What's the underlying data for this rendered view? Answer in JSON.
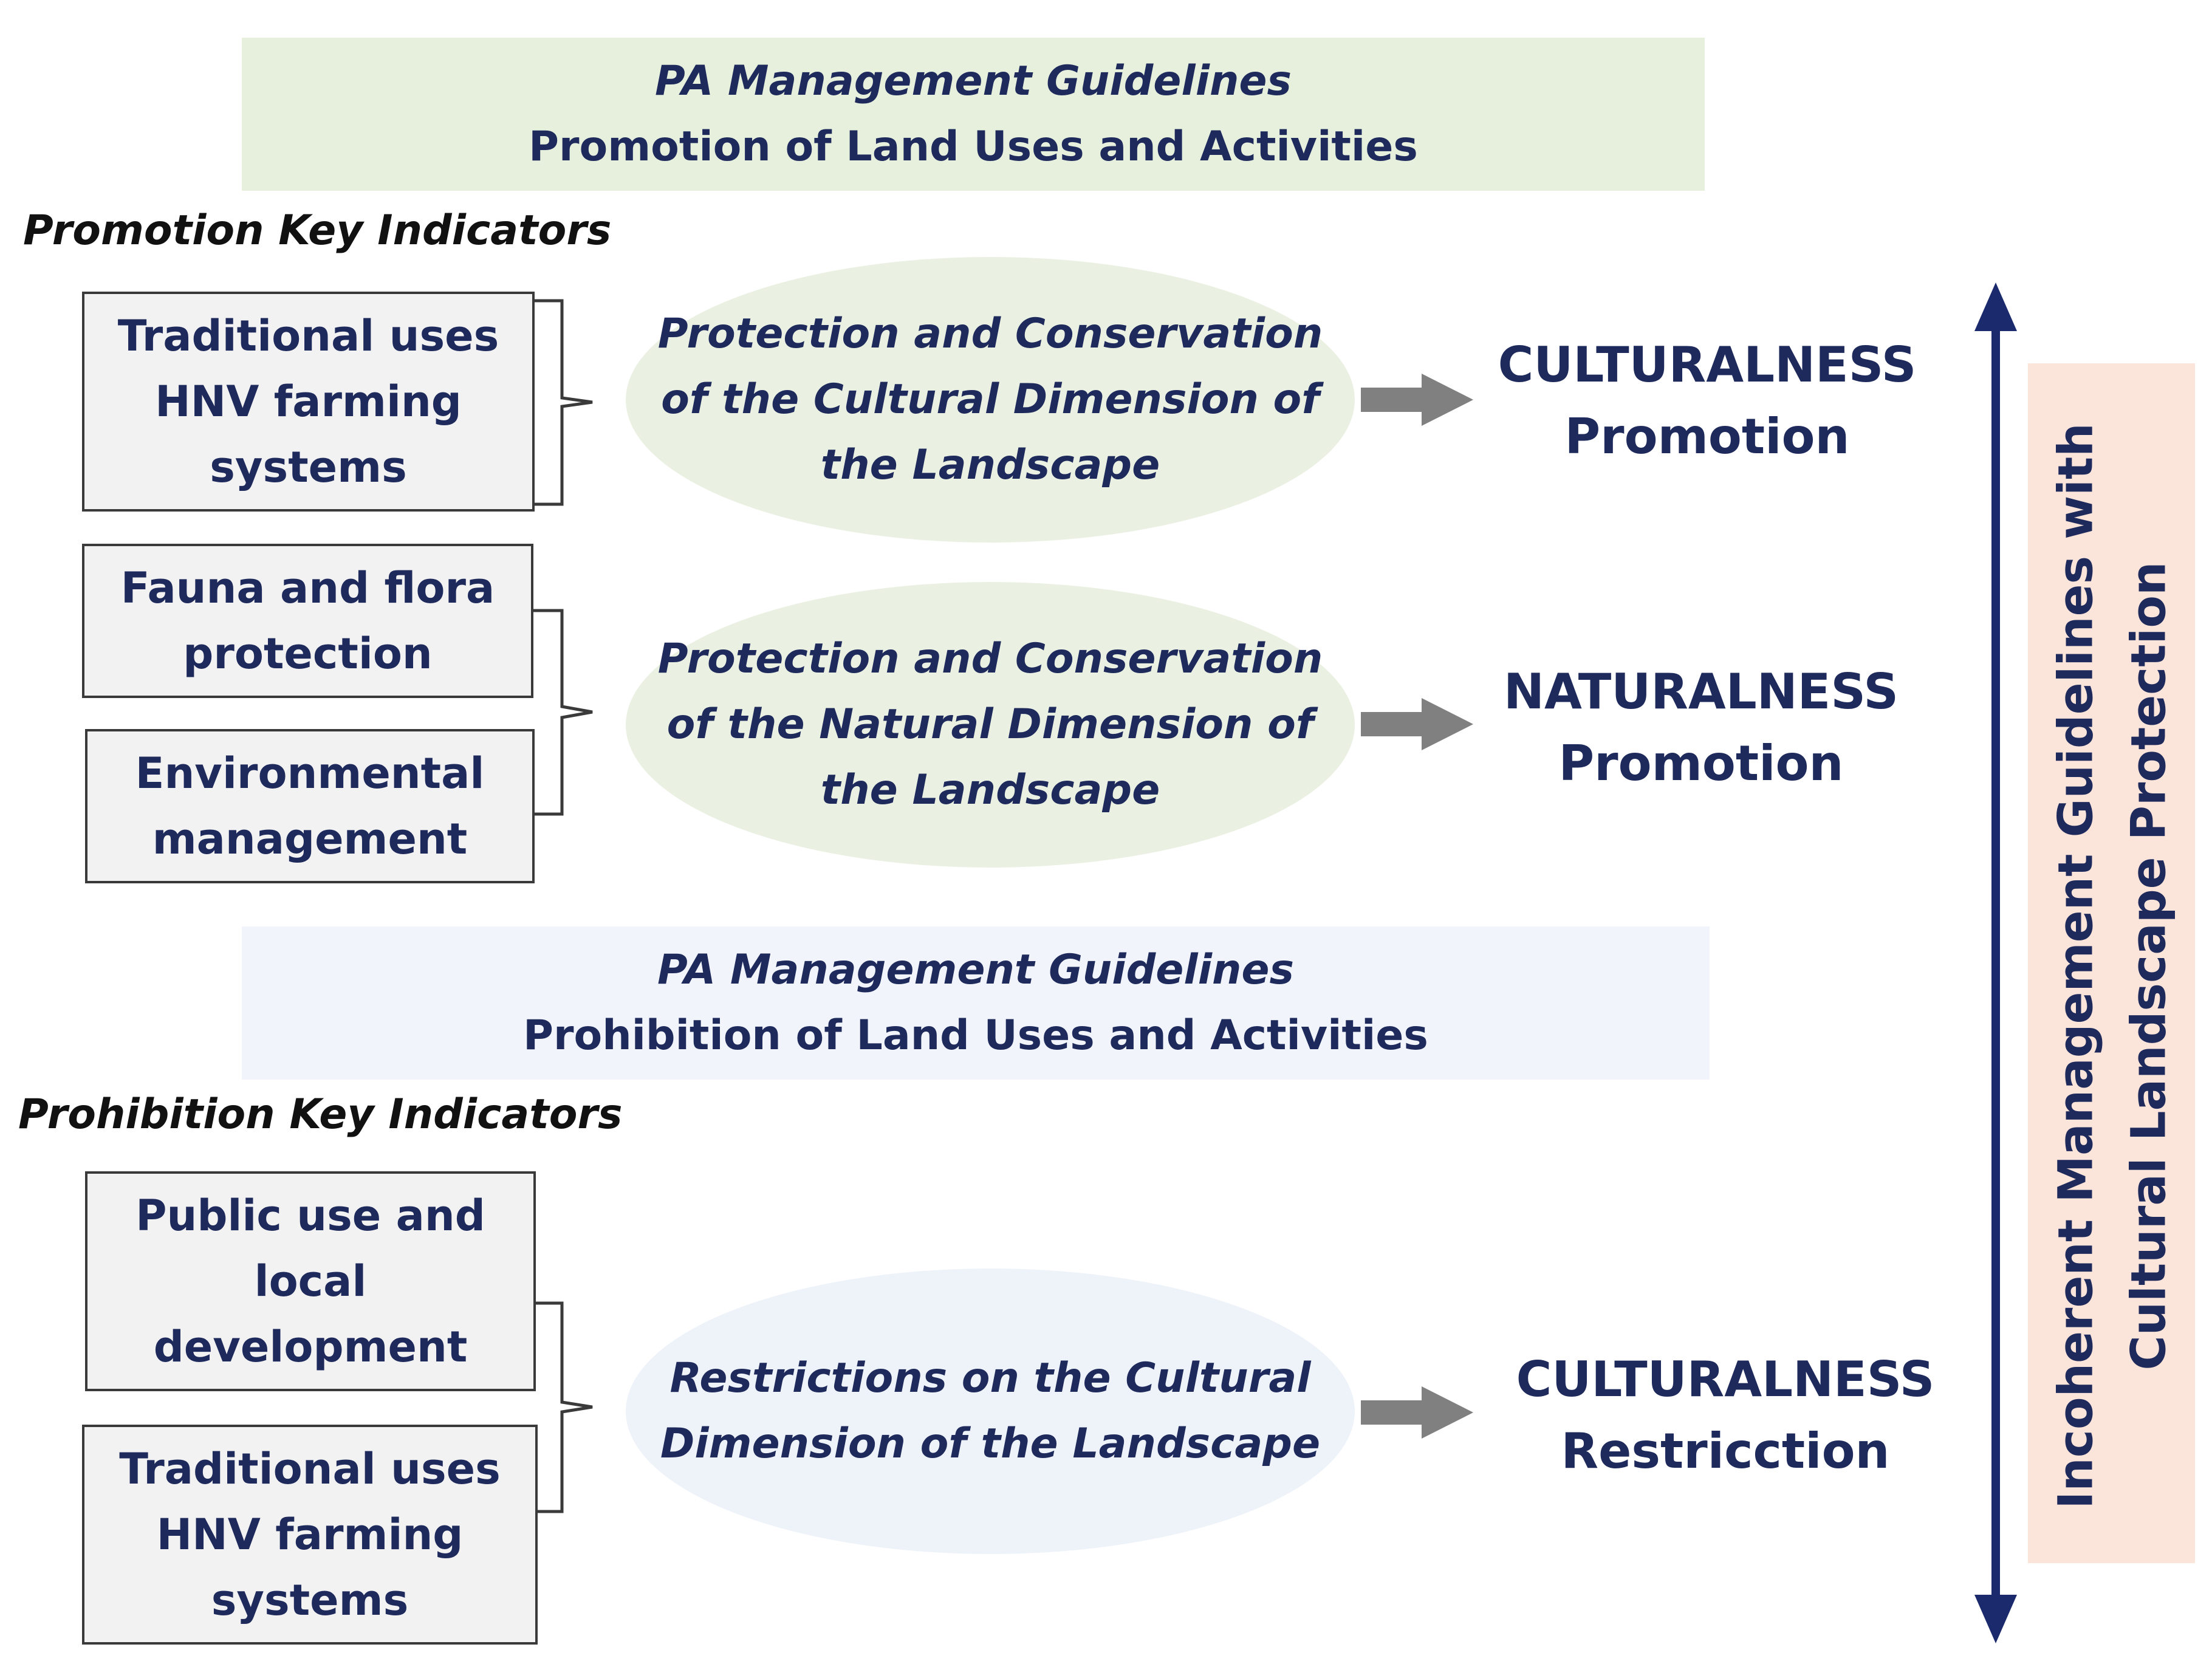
{
  "colors": {
    "text_navy": "#1f2a5c",
    "banner_green": "#e6f0dc",
    "banner_blue": "#f1f5fb",
    "ellipse_green": "#eaf1e2",
    "ellipse_blue": "#eef3fa",
    "box_fill": "#f2f2f2",
    "side_panel": "#fbe5da",
    "arrow_grey": "#808080"
  },
  "promotion_banner": {
    "line1": "PA Management Guidelines",
    "line2": "Promotion of  Land Uses and Activities"
  },
  "promotion_label": "Promotion Key Indicators",
  "promotion_indicators": {
    "traditional": "Traditional uses HNV farming systems",
    "fauna": "Fauna and flora protection",
    "environmental": "Environmental management"
  },
  "promotion_processes": {
    "cultural": "Protection and Conservation of the Cultural Dimension of the Landscape",
    "natural": "Protection and Conservation of the Natural Dimension of the Landscape"
  },
  "promotion_outcomes": {
    "culturalness": {
      "line1": "CULTURALNESS",
      "line2": "Promotion"
    },
    "naturalness": {
      "line1": "NATURALNESS",
      "line2": "Promotion"
    }
  },
  "prohibition_banner": {
    "line1": "PA Management Guidelines",
    "line2": "Prohibition of Land Uses and Activities"
  },
  "prohibition_label": "Prohibition Key Indicators",
  "prohibition_indicators": {
    "public_use": "Public use and local development",
    "traditional": "Traditional uses HNV farming systems"
  },
  "prohibition_process": "Restrictions on the Cultural Dimension of the Landscape",
  "prohibition_outcome": {
    "line1": "CULTURALNESS",
    "line2": "Restricction"
  },
  "side_note": {
    "line1": "Incoherent Management Guidelines with",
    "line2": "Cultural Landscape Protection"
  },
  "icons": {
    "process_arrow": "right-arrow-icon",
    "bracket": "bracket-icon",
    "double_arrow": "vertical-double-arrow-icon"
  }
}
